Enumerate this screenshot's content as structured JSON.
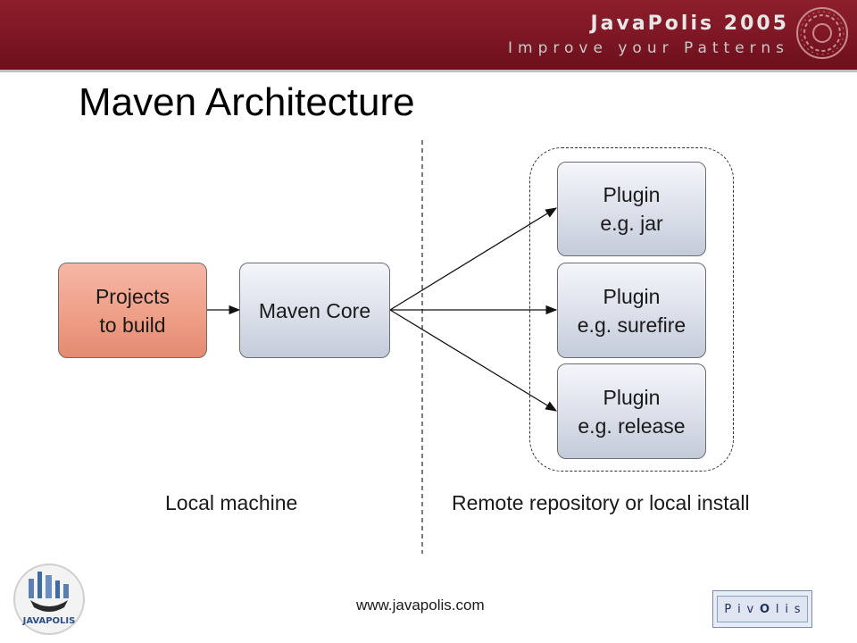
{
  "header": {
    "brand_title": "JavaPolis 2005",
    "brand_subtitle": "Improve your Patterns"
  },
  "slide": {
    "title": "Maven Architecture"
  },
  "diagram": {
    "projects_box": [
      "Projects",
      "to build"
    ],
    "core_box": "Maven Core",
    "plugins": [
      [
        "Plugin",
        "e.g. jar"
      ],
      [
        "Plugin",
        "e.g. surefire"
      ],
      [
        "Plugin",
        "e.g. release"
      ]
    ],
    "local_label": "Local machine",
    "remote_label": "Remote repository or local install"
  },
  "footer": {
    "url": "www.javapolis.com",
    "left_logo_text": "JAVAPOLIS",
    "right_logo_letters": [
      "P",
      "i",
      "v",
      "O",
      "l",
      "i",
      "s"
    ]
  },
  "colors": {
    "header": "#7d1624",
    "box_blue": "#d8dde8",
    "box_salmon": "#ee9d85"
  }
}
